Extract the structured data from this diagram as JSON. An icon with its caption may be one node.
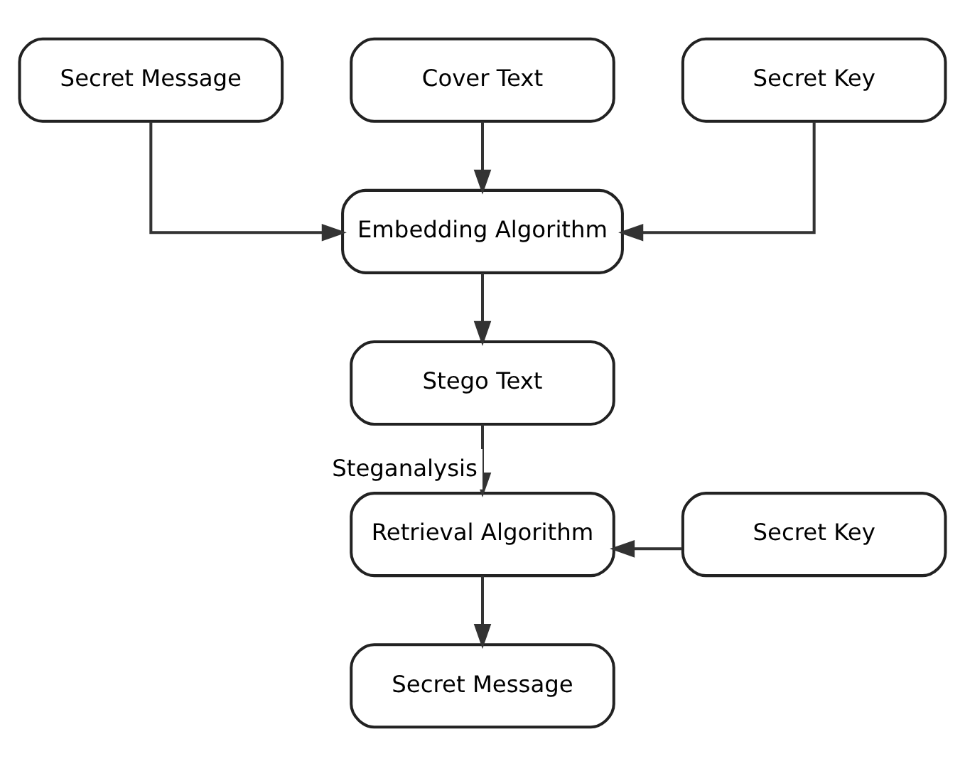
{
  "diagram": {
    "nodes": [
      {
        "text": [
          "Secret Message"
        ]
      },
      {
        "text": [
          "Cover Text"
        ]
      },
      {
        "text": [
          "Secret Key"
        ]
      },
      {
        "text": [
          "Embedding Algorithm"
        ]
      },
      {
        "text": [
          "Stego Text"
        ]
      },
      {
        "text": [
          "Retrieval Algorithm"
        ]
      },
      {
        "text": [
          "Secret Key"
        ]
      },
      {
        "text": [
          "Secret Message"
        ]
      }
    ],
    "edges": [
      {
        "from": 0,
        "to": 3,
        "arrow": "to"
      },
      {
        "from": 1,
        "to": 3,
        "arrow": "to"
      },
      {
        "from": 2,
        "to": 3,
        "arrow": "to"
      },
      {
        "from": 3,
        "to": 4,
        "arrow": "to"
      },
      {
        "from": 4,
        "to": 5,
        "arrow": "to",
        "label": "Steganalysis"
      },
      {
        "from": 6,
        "to": 5,
        "arrow": "to"
      },
      {
        "from": 5,
        "to": 7,
        "arrow": "to"
      }
    ]
  }
}
